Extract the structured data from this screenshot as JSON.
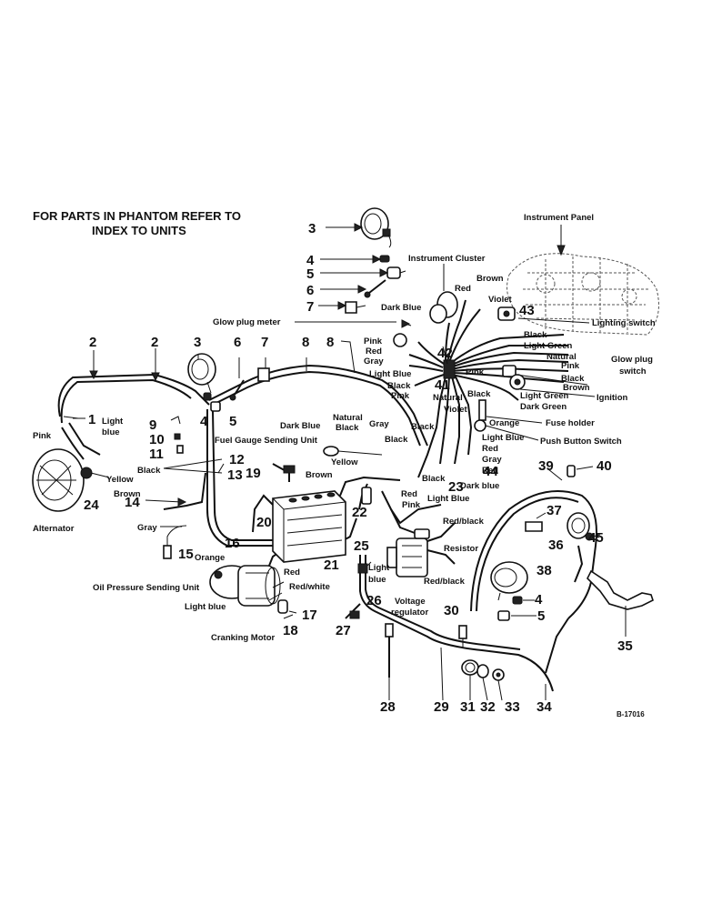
{
  "header": {
    "line1": "FOR PARTS IN PHANTOM REFER TO",
    "line2": "INDEX TO UNITS"
  },
  "diagram_code": "B-17016",
  "callouts": [
    "1",
    "2",
    "2",
    "3",
    "3",
    "4",
    "4",
    "4",
    "5",
    "5",
    "5",
    "6",
    "6",
    "7",
    "7",
    "8",
    "8",
    "9",
    "10",
    "11",
    "12",
    "13",
    "14",
    "15",
    "16",
    "17",
    "18",
    "19",
    "20",
    "21",
    "22",
    "23",
    "24",
    "25",
    "26",
    "27",
    "28",
    "29",
    "30",
    "31",
    "32",
    "33",
    "34",
    "35",
    "36",
    "37",
    "38",
    "39",
    "40",
    "41",
    "42",
    "43",
    "44",
    "45"
  ],
  "labels": {
    "instrument_panel": "Instrument Panel",
    "instrument_cluster": "Instrument Cluster",
    "glow_plug_meter": "Glow plug meter",
    "lighting_switch": "Lighting switch",
    "glow_plug_switch_1": "Glow plug",
    "glow_plug_switch_2": "switch",
    "ignition": "Ignition",
    "fuse_holder": "Fuse holder",
    "push_button_switch": "Push Button Switch",
    "fuel_gauge_sending_unit": "Fuel Gauge Sending Unit",
    "alternator": "Alternator",
    "oil_pressure_sending_unit": "Oil Pressure Sending Unit",
    "cranking_motor": "Cranking Motor",
    "resistor": "Resistor",
    "voltage_regulator_1": "Voltage",
    "voltage_regulator_2": "regulator"
  },
  "wire_colors": {
    "brown_top": "Brown",
    "red_top": "Red",
    "violet": "Violet",
    "dark_blue_top": "Dark Blue",
    "pink_a": "Pink",
    "red_a": "Red",
    "gray_a": "Gray",
    "light_blue_a": "Light Blue",
    "black_a": "Black",
    "pink_b": "Pink",
    "black_r1": "Black",
    "light_green_r1": "Light Green",
    "natural_r": "Natural",
    "pink_r": "Pink",
    "pink_r2": "Pink",
    "black_r2": "Black",
    "brown_r": "Brown",
    "light_green_r2": "Light Green",
    "dark_green": "Dark Green",
    "black_r3": "Black",
    "natural_mid": "Natural",
    "violet_mid": "Violet",
    "orange_mid": "Orange",
    "natural_left": "Natural",
    "black_left": "Black",
    "dark_blue_left": "Dark Blue",
    "gray_left": "Gray",
    "black_mid": "Black",
    "black_mid2": "Black",
    "light_blue_right": "Light Blue",
    "red_right": "Red",
    "gray_right": "Gray",
    "red_right2": "Red",
    "yellow_fuel": "Yellow",
    "brown_bat": "Brown",
    "black_bat": "Black",
    "red_bat": "Red",
    "pink_bat": "Pink",
    "light_blue_bat": "Light Blue",
    "dark_blue_bat": "Dark blue",
    "red_black_1": "Red/black",
    "red_black_2": "Red/black",
    "light_blue_reg_1": "Light",
    "light_blue_reg_2": "blue",
    "light_blue_alt_1": "Light",
    "light_blue_alt_2": "blue",
    "pink_alt": "Pink",
    "yellow_alt": "Yellow",
    "brown_alt": "Brown",
    "black_12": "Black",
    "gray_15": "Gray",
    "orange_16": "Orange",
    "red_crank": "Red",
    "red_white": "Red/white",
    "light_blue_crank": "Light blue"
  }
}
